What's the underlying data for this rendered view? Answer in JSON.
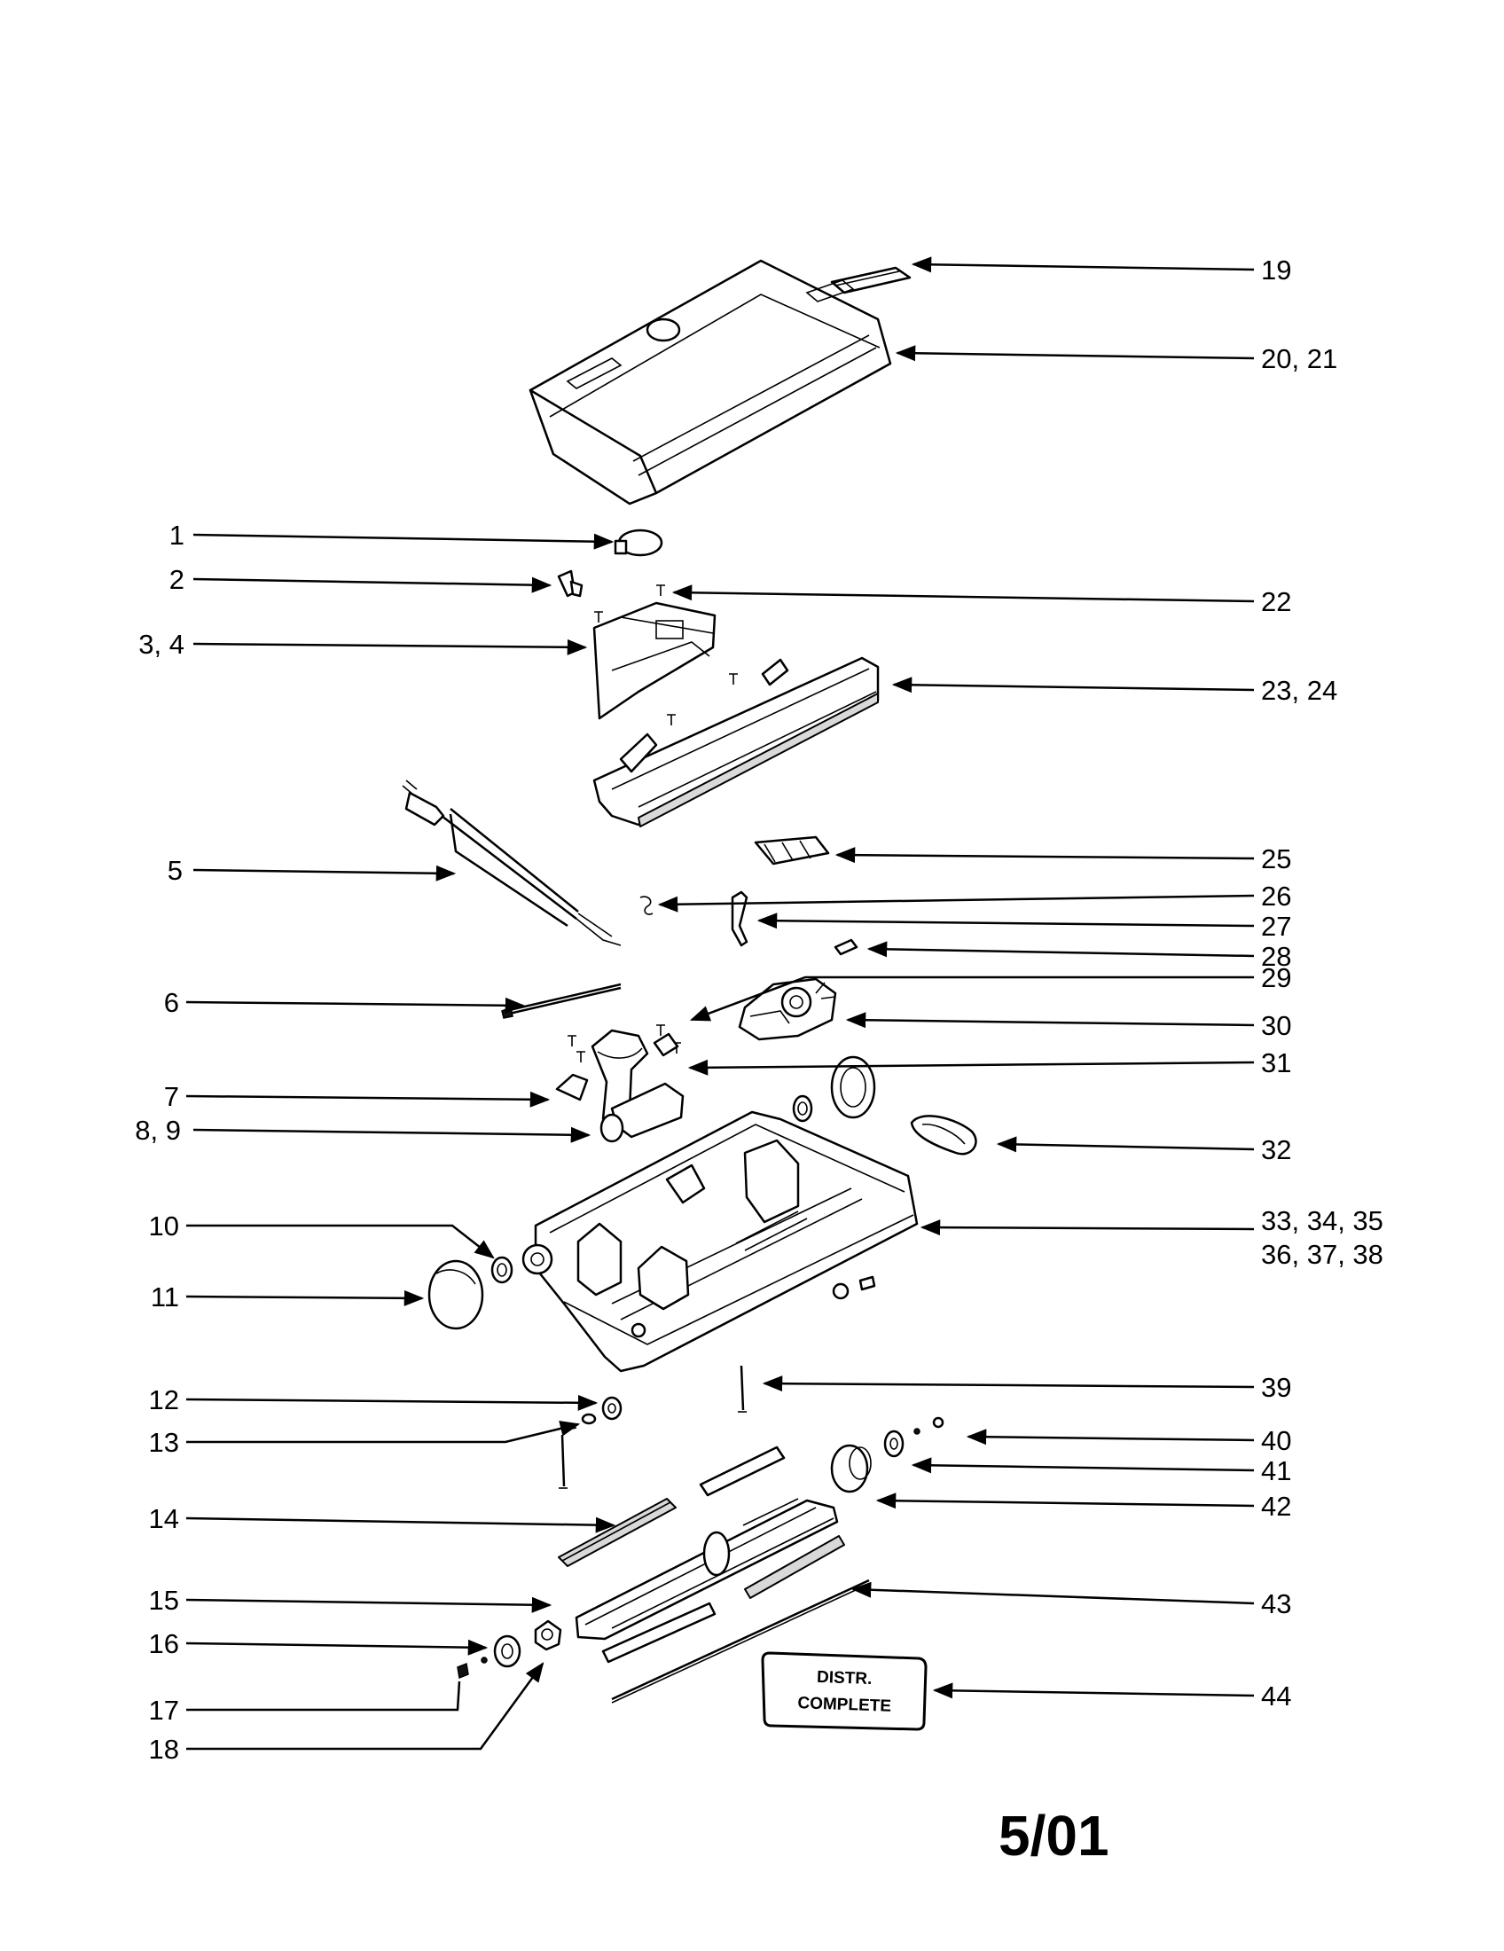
{
  "labels": {
    "l1": "1",
    "l2": "2",
    "l3": "3, 4",
    "l5": "5",
    "l6": "6",
    "l7": "7",
    "l8": "8, 9",
    "l10": "10",
    "l11": "11",
    "l12": "12",
    "l13": "13",
    "l14": "14",
    "l15": "15",
    "l16": "16",
    "l17": "17",
    "l18": "18",
    "l19": "19",
    "l20": "20, 21",
    "l22": "22",
    "l23": "23, 24",
    "l25": "25",
    "l26": "26",
    "l27": "27",
    "l28": "28",
    "l29": "29",
    "l30": "30",
    "l31": "31",
    "l32": "32",
    "l33a": "33, 34, 35",
    "l33b": "36, 37, 38",
    "l39": "39",
    "l40": "40",
    "l41": "41",
    "l42": "42",
    "l43": "43",
    "l44": "44"
  },
  "badge": {
    "line1": "DISTR.",
    "line2": "COMPLETE"
  },
  "footer": {
    "date": "5/01"
  }
}
